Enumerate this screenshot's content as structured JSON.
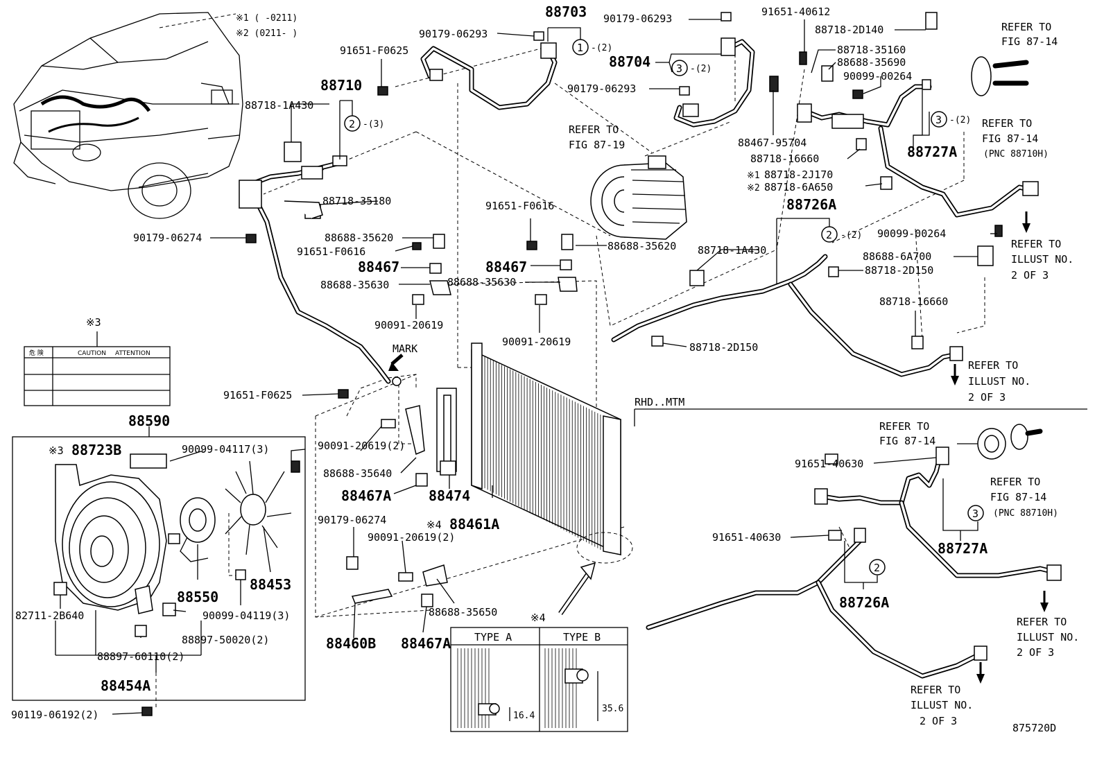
{
  "callouts": {
    "p88703": "88703",
    "p90179_a": "90179-06293",
    "p91651_f0625_top": "91651-F0625",
    "p88710": "88710",
    "p88718_1a430_l": "88718-1A430",
    "p88718_35180": "88718-35180",
    "p90179_06274_l": "90179-06274",
    "p88688_35620_l": "88688-35620",
    "p91651_f0616_l": "91651-F0616",
    "p88467_l": "88467",
    "p88688_35630_l": "88688-35630",
    "p90091_20619_l": "90091-20619",
    "mark": "MARK",
    "p91651_f0625_mid": "91651-F0625",
    "refer_87_19_a": "REFER TO",
    "refer_87_19_b": "FIG 87-19",
    "p91651_f0616_r": "91651-F0616",
    "p88688_35620_r": "88688-35620",
    "p88467_r": "88467",
    "p88688_35630_r": "88688-35630",
    "p90091_20619_r": "90091-20619",
    "p90179_06293_b": "90179-06293",
    "p88704": "88704",
    "p90179_06293_c": "90179-06293",
    "p91651_40612": "91651-40612",
    "p88718_2d140": "88718-2D140",
    "p88718_35160": "88718-35160",
    "p88688_35690": "88688-35690",
    "p90099_00264_t": "90099-00264",
    "p88467_95704": "88467-95704",
    "p88718_16660_t": "88718-16660",
    "p88718_2j170": "88718-2J170",
    "p88718_6a650": "88718-6A650",
    "p88727a_t": "88727A",
    "refer_87_14_a1": "REFER TO",
    "refer_87_14_a2": "FIG 87-14",
    "refer_87_14_b1": "REFER TO",
    "refer_87_14_b2": "FIG 87-14",
    "pnc_88710h_t": "(PNC 88710H)",
    "p88726a_t": "88726A",
    "p88718_1a430_r": "88718-1A430",
    "p90099_00264_m": "90099-00264",
    "p88688_6a700": "88688-6A700",
    "p88718_2d150_a": "88718-2D150",
    "refer_ill_a1": "REFER TO",
    "refer_ill_a2": "ILLUST NO.",
    "refer_ill_a3": "2 OF 3",
    "p88718_16660_m": "88718-16660",
    "p88718_2d150_b": "88718-2D150",
    "refer_ill_b1": "REFER TO",
    "refer_ill_b2": "ILLUST NO.",
    "refer_ill_b3": "2 OF 3",
    "star3_top": "※3",
    "label_caution": "CAUTION",
    "label_attention": "ATTENTION",
    "label_jp": "危  険",
    "p88590": "88590",
    "p88723b": "88723B",
    "star3_box": "※3",
    "p90099_04117": "90099-04117(3)",
    "p82711_2b640": "82711-2B640",
    "p88550": "88550",
    "p88453": "88453",
    "p90099_04119": "90099-04119(3)",
    "p88897_50020": "88897-50020(2)",
    "p88897_60110": "88897-60110(2)",
    "p88454a": "88454A",
    "p90119_06192": "90119-06192(2)",
    "p90091_20619_2_a": "90091-20619(2)",
    "p88688_35640": "88688-35640",
    "p88467a_l": "88467A",
    "p88474": "88474",
    "p88461a": "88461A",
    "star4_a": "※4",
    "p90179_06274_b": "90179-06274",
    "p90091_20619_2_b": "90091-20619(2)",
    "p88688_35650": "88688-35650",
    "p88460b": "88460B",
    "p88467a_b": "88467A",
    "star4_b": "※4",
    "type_a": "TYPE A",
    "type_b": "TYPE B",
    "dim_164": "16.4",
    "dim_356": "35.6",
    "rhd_mtm": "RHD..MTM",
    "refer_87_14_c1": "REFER TO",
    "refer_87_14_c2": "FIG 87-14",
    "p91651_40630_a": "91651-40630",
    "refer_87_14_d1": "REFER TO",
    "refer_87_14_d2": "FIG 87-14",
    "pnc_88710h_b": "(PNC 88710H)",
    "p88727a_b": "88727A",
    "p91651_40630_b": "91651-40630",
    "p88726a_b": "88726A",
    "refer_ill_c1": "REFER TO",
    "refer_ill_c2": "ILLUST NO.",
    "refer_ill_c3": "2 OF 3",
    "refer_ill_d1": "REFER TO",
    "refer_ill_d2": "ILLUST NO.",
    "refer_ill_d3": "2 OF 3",
    "fig_id": "875720D"
  },
  "notes": {
    "n1": "※1 (     -0211)",
    "n2": "※2 (0211-     )",
    "n88718_a": "※1",
    "n88718_b": "※2",
    "qty_2": "-(2)",
    "qty_3": "-(3)"
  },
  "circled": {
    "c1": "1",
    "c2": "2",
    "c3": "3"
  }
}
